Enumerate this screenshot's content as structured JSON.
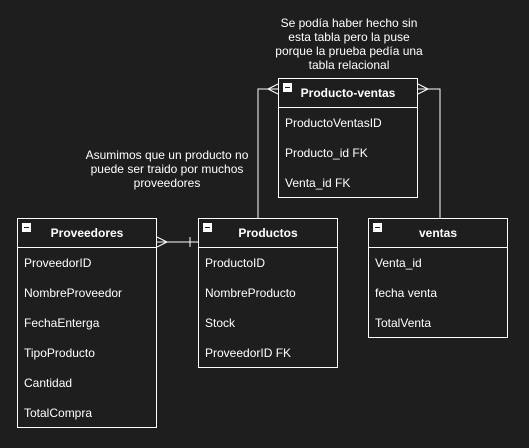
{
  "notes": {
    "top": [
      "Se podía haber hecho sin",
      "esta tabla pero la puse",
      "porque la prueba pedía una",
      "tabla relacional"
    ],
    "left": [
      "Asumimos que un producto no",
      "puede ser traido por muchos",
      "proveedores"
    ]
  },
  "tables": {
    "producto_ventas": {
      "title": "Producto-ventas",
      "rows": [
        "ProductoVentasID",
        "Producto_id FK",
        "Venta_id FK"
      ]
    },
    "proveedores": {
      "title": "Proveedores",
      "rows": [
        "ProveedorID",
        "NombreProveedor",
        "FechaEnterga",
        "TipoProducto",
        "Cantidad",
        "TotalCompra"
      ]
    },
    "productos": {
      "title": "Productos",
      "rows": [
        "ProductoID",
        "NombreProducto",
        "Stock",
        "ProveedorID FK"
      ]
    },
    "ventas": {
      "title": "ventas",
      "rows": [
        "Venta_id",
        "fecha venta",
        "TotalVenta"
      ]
    }
  },
  "colors": {
    "background": "#1e1e1e",
    "stroke": "#ffffff"
  }
}
